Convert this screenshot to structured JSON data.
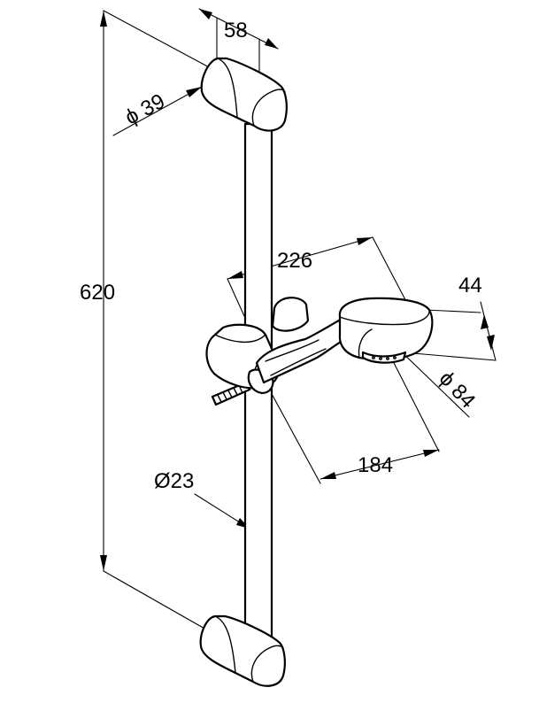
{
  "dimensions": {
    "bar_length": "620",
    "bracket_width": "58",
    "bracket_diameter": "39",
    "arm_length": "226",
    "head_height": "44",
    "head_diameter": "84",
    "head_reach": "184",
    "rod_diameter": "Ø23"
  },
  "symbols": {
    "diameter": "ϕ"
  }
}
